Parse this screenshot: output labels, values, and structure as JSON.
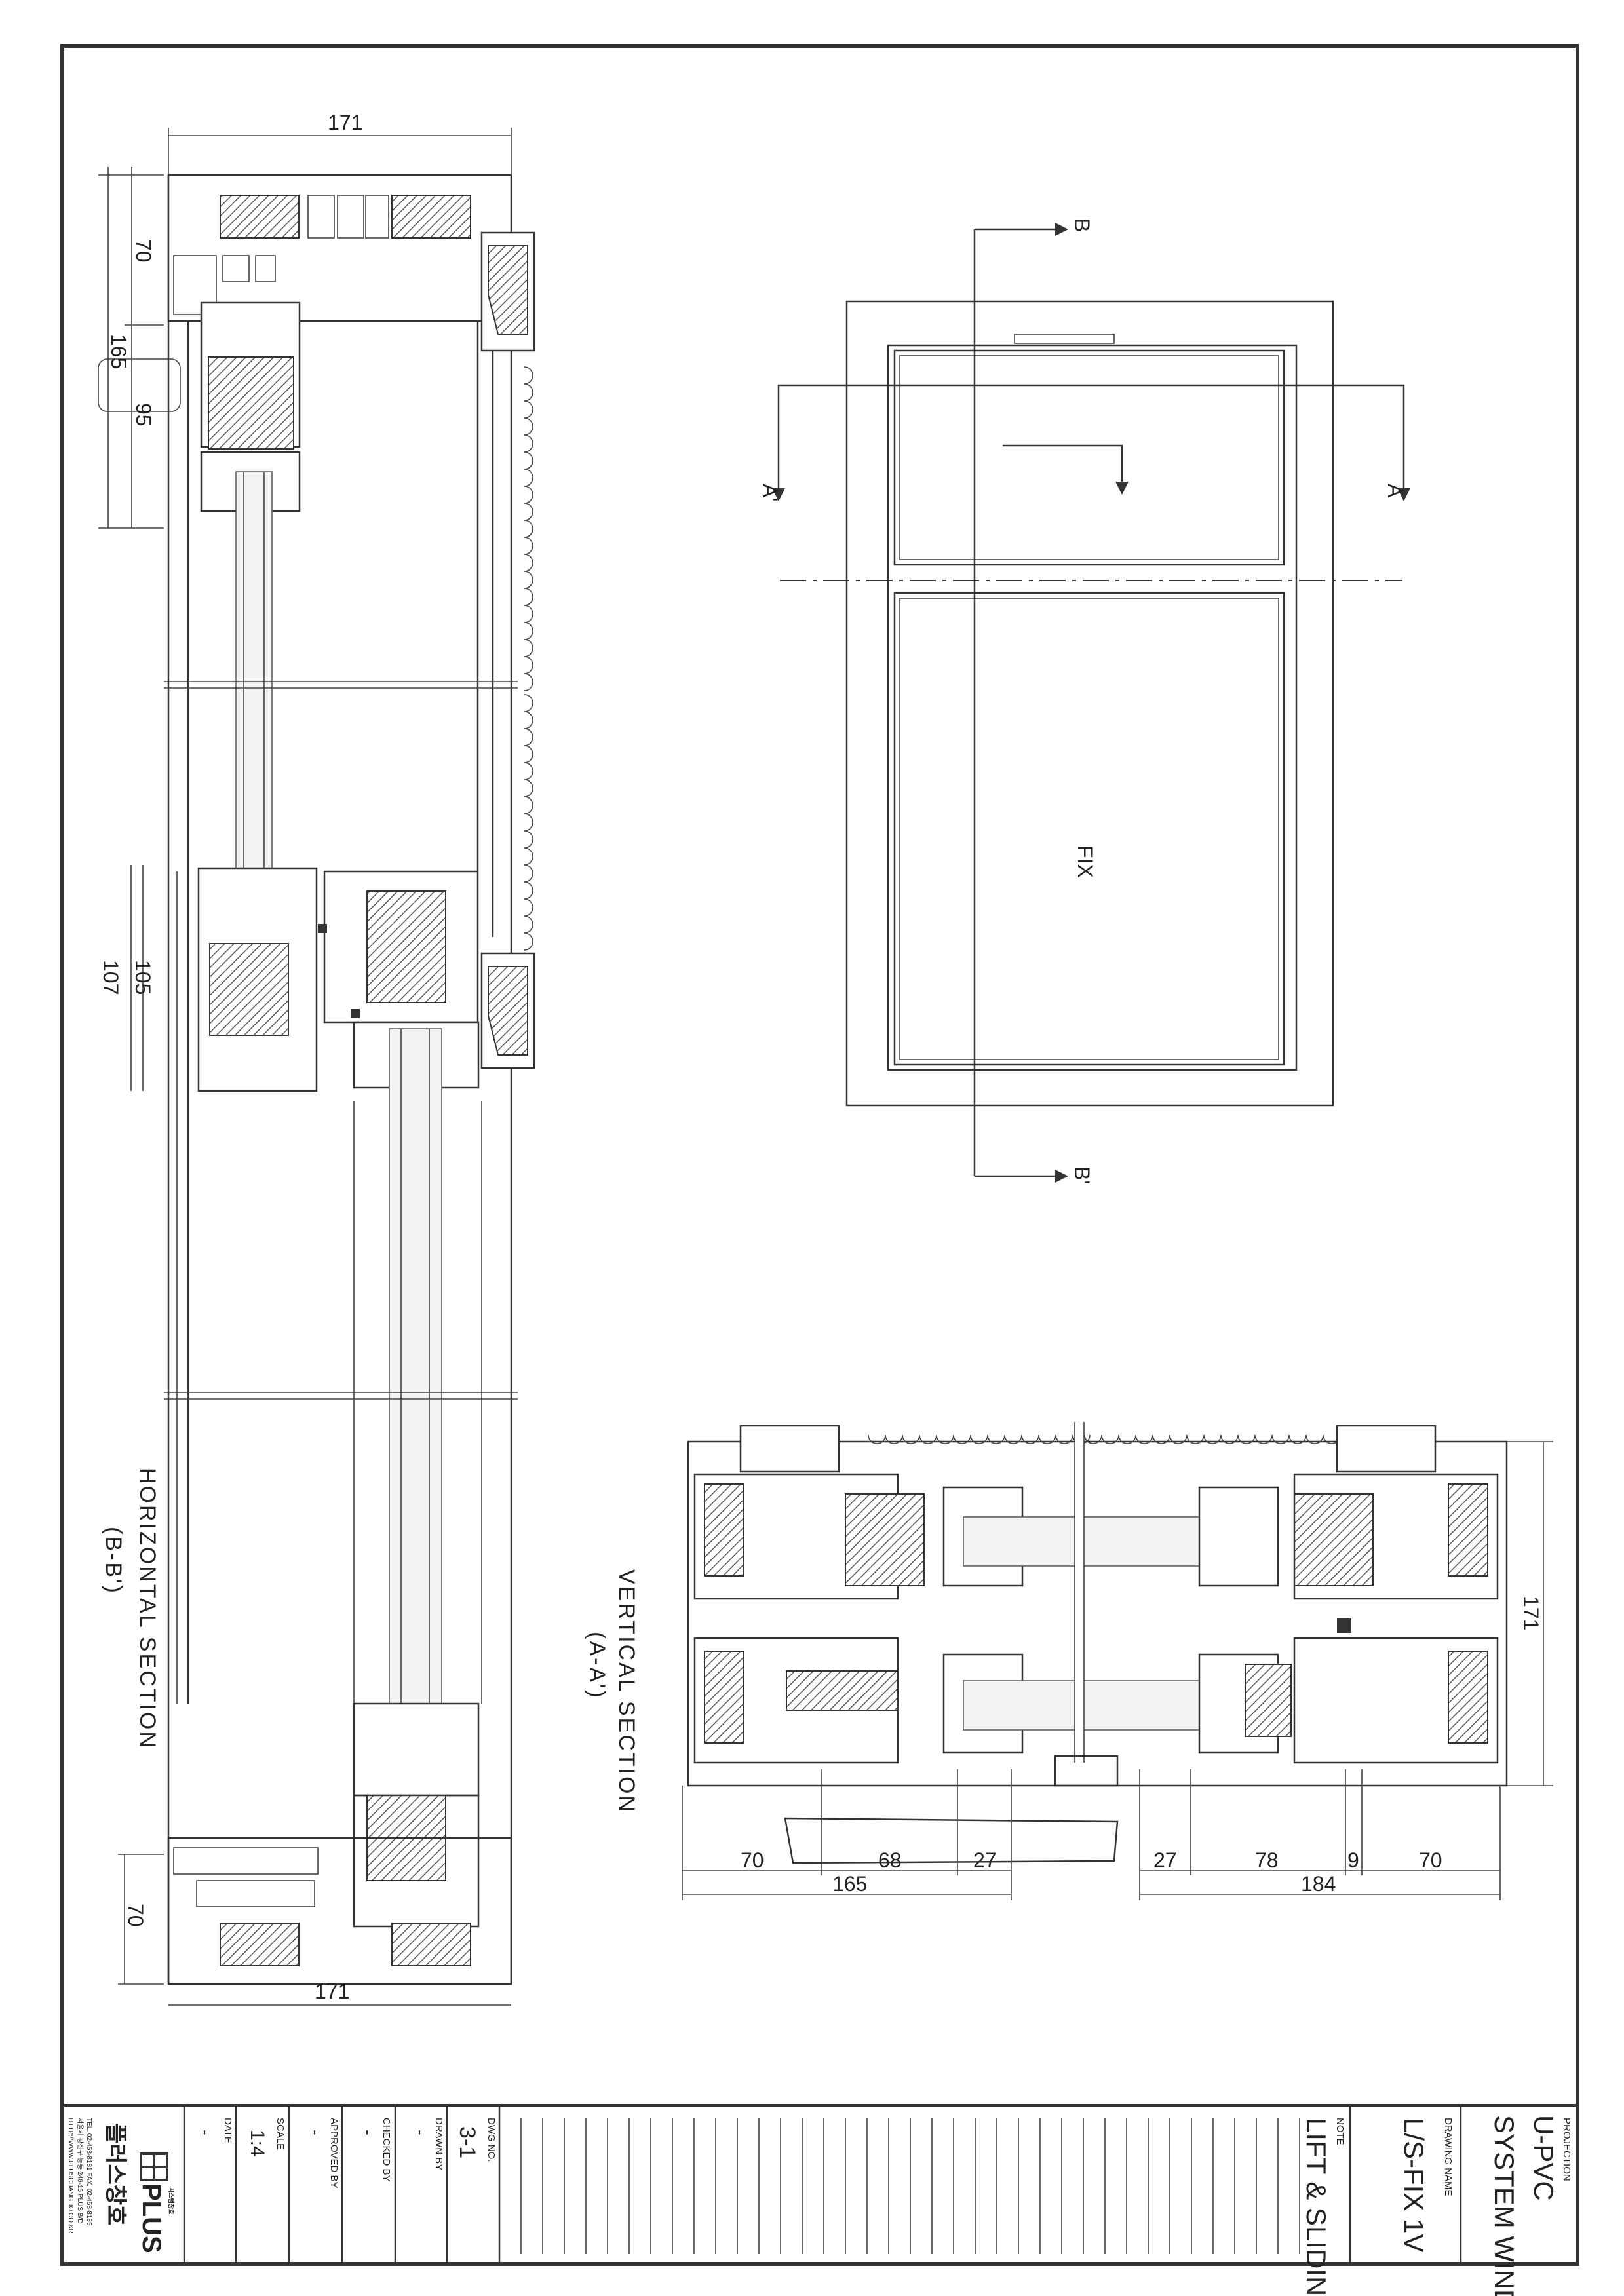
{
  "title_block": {
    "projection_label": "PROJECTION",
    "projection_line1": "U-PVC",
    "projection_line2": "SYSTEM WINDOWS",
    "drawing_name_label": "DRAWING NAME",
    "drawing_name": "L/S-FIX 1V",
    "note_label": "NOTE",
    "note": "LIFT & SLIDING",
    "dwg_no_label": "DWG NO.",
    "dwg_no": "3-1",
    "drawn_by_label": "DRAWN BY",
    "drawn_by": "-",
    "checked_by_label": "CHECKED BY",
    "checked_by": "-",
    "approved_by_label": "APPROVED BY",
    "approved_by": "-",
    "scale_label": "SCALE",
    "scale": "1:4",
    "date_label": "DATE",
    "date": "-",
    "company": {
      "brand": "PLUS",
      "brand_small": "시스템창호",
      "name_korean": "플러스창호",
      "tel": "TEL. 02-458-8181  FAX. 02-458-8185",
      "address": "서울시 광진구 능동 246-15 PLUS B/D",
      "url": "HTTP://WWW.PLUSCHANGHO.CO.KR"
    }
  },
  "elevation": {
    "section_b": "B",
    "section_b_prime": "B'",
    "section_a": "A",
    "section_a_prime": "A'",
    "fix_label": "FIX"
  },
  "horizontal_section": {
    "title": "HORIZONTAL SECTION",
    "subtitle": "(B-B')",
    "dims": {
      "top_width": "171",
      "bottom_width": "171",
      "d70_top": "70",
      "d165": "165",
      "d95": "95",
      "d105": "105",
      "d107": "107",
      "d70_bottom": "70"
    }
  },
  "vertical_section": {
    "title": "VERTICAL SECTION",
    "subtitle": "(A-A')",
    "dims": {
      "height": "171",
      "left_70": "70",
      "left_68": "68",
      "left_27": "27",
      "left_total": "165",
      "right_27": "27",
      "right_78": "78",
      "right_9": "9",
      "right_70": "70",
      "right_total": "184"
    }
  }
}
